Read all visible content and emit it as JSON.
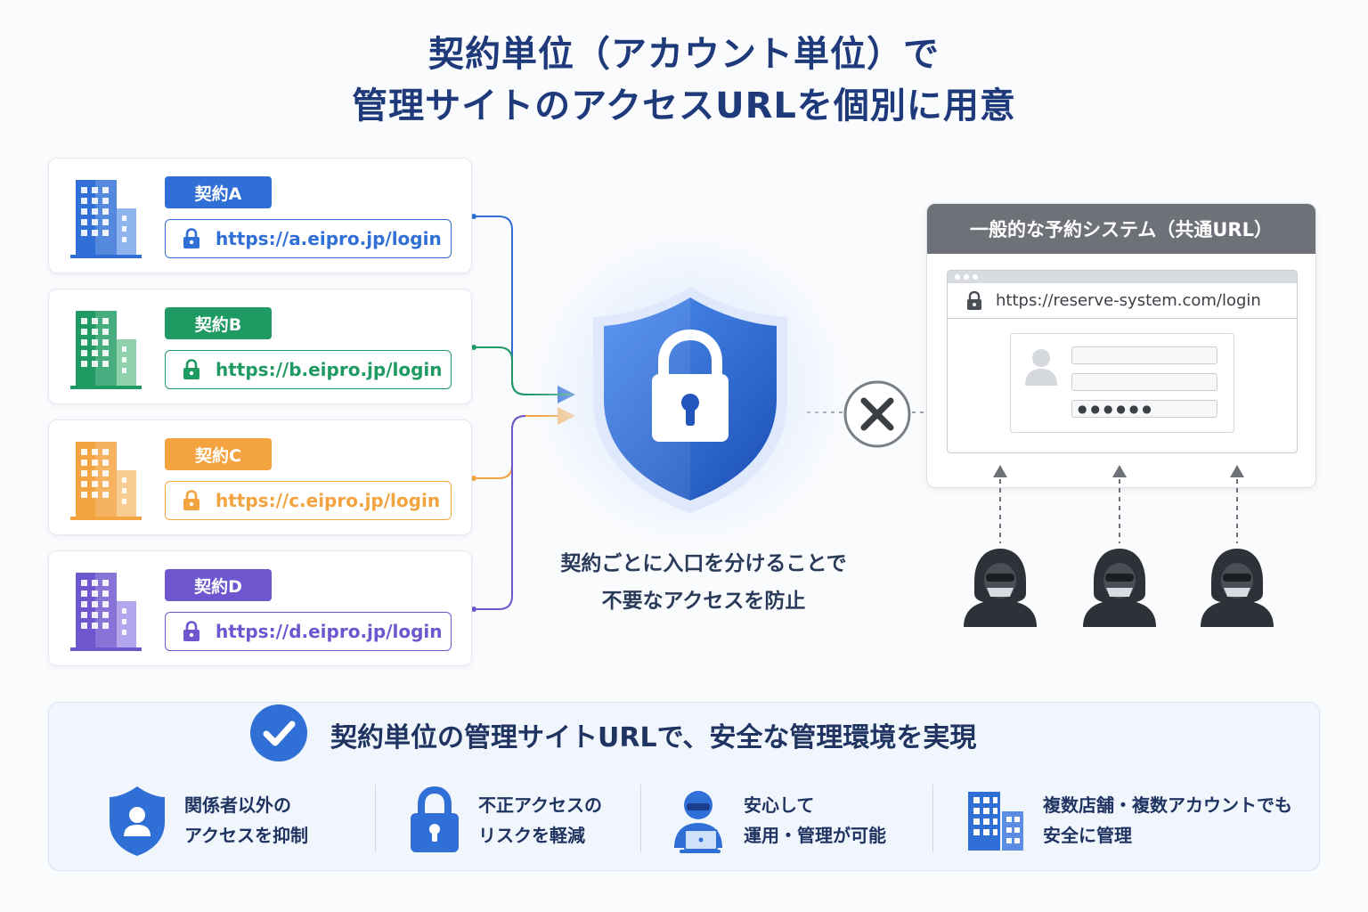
{
  "title": {
    "line1": "契約単位（アカウント単位）で",
    "line2": "管理サイトのアクセスURLを個別に用意"
  },
  "contracts": [
    {
      "label": "契約A",
      "url": "https://a.eipro.jp/login",
      "color": "#2f6fd6",
      "light": "#8fb4ee"
    },
    {
      "label": "契約B",
      "url": "https://b.eipro.jp/login",
      "color": "#1f9a62",
      "light": "#8fd0ad"
    },
    {
      "label": "契約C",
      "url": "https://c.eipro.jp/login",
      "color": "#f3a33f",
      "light": "#f8cd92"
    },
    {
      "label": "契約D",
      "url": "https://d.eipro.jp/login",
      "color": "#6e56cf",
      "light": "#b4a6ec"
    }
  ],
  "center": {
    "line1": "契約ごとに入口を分けることで",
    "line2": "不要なアクセスを防止"
  },
  "generic_system": {
    "header": "一般的な予約システム（共通URL）",
    "url": "https://reserve-system.com/login",
    "password_mask": "●●●●●●"
  },
  "summary": {
    "headline": "契約単位の管理サイトURLで、安全な管理環境を実現",
    "features": [
      {
        "icon": "user-shield-icon",
        "line1": "関係者以外の",
        "line2": "アクセスを抑制"
      },
      {
        "icon": "padlock-icon",
        "line1": "不正アクセスの",
        "line2": "リスクを軽減"
      },
      {
        "icon": "operator-laptop-icon",
        "line1": "安心して",
        "line2": "運用・管理が可能"
      },
      {
        "icon": "buildings-icon",
        "line1": "複数店舗・複数アカウントでも",
        "line2": "安全に管理"
      }
    ]
  },
  "colors": {
    "primary": "#2f6fd6",
    "title": "#1f3a7a",
    "gray_header": "#6e7178",
    "attacker": "#2e3138"
  }
}
